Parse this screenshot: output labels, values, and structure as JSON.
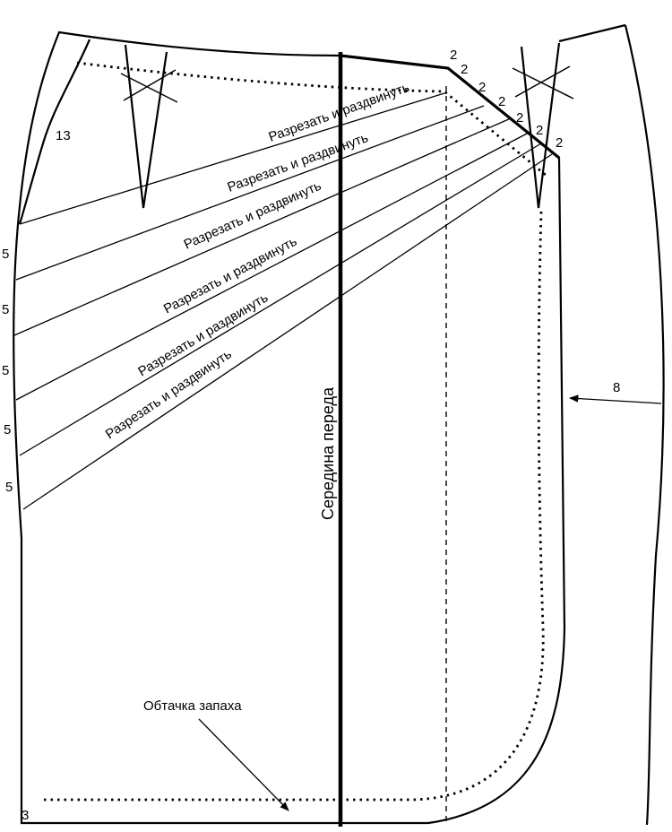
{
  "pattern": {
    "cut_labels": [
      "Разрезать и раздвинуть",
      "Разрезать и раздвинуть",
      "Разрезать и раздвинуть",
      "Разрезать и раздвинуть",
      "Разрезать и раздвинуть",
      "Разрезать и раздвинуть"
    ],
    "center_front_label": "Середина переда",
    "facing_label": "Обтачка запаха",
    "side_measure": "8",
    "left_dart_measure": "13",
    "hem_measure": "3",
    "left_spacings": [
      "5",
      "5",
      "5",
      "5",
      "5"
    ],
    "waist_steps": [
      "2",
      "2",
      "2",
      "2",
      "2",
      "2",
      "2"
    ]
  }
}
